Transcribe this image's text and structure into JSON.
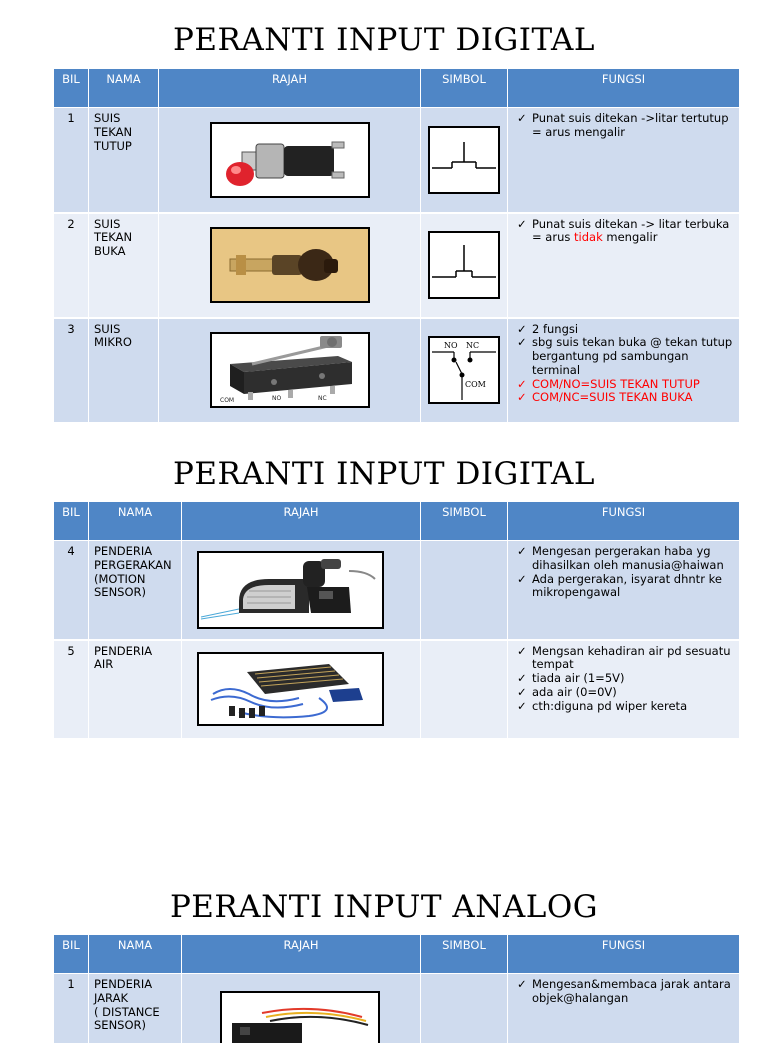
{
  "headers": {
    "bil": "BIL",
    "nama": "NAMA",
    "rajah": "RAJAH",
    "simbol": "SIMBOL",
    "fungsi": "FUNGSI"
  },
  "section1": {
    "title": "PERANTI INPUT DIGITAL",
    "rows": [
      {
        "bil": "1",
        "nama": [
          "SUIS",
          "TEKAN",
          "TUTUP"
        ],
        "fungsi": [
          "Punat suis ditekan ->litar tertutup = arus mengalir"
        ]
      },
      {
        "bil": "2",
        "nama": [
          "SUIS",
          "TEKAN",
          "BUKA"
        ],
        "fungsi_pre": "Punat suis ditekan -> litar terbuka = arus ",
        "fungsi_red": "tidak",
        "fungsi_post": " mengalir"
      },
      {
        "bil": "3",
        "nama": [
          "SUIS",
          "MIKRO"
        ],
        "micro_labels": [
          "COM",
          "NO",
          "NC"
        ],
        "symbol_labels": [
          "NO",
          "NC",
          "COM"
        ],
        "fungsi": [
          "2 fungsi",
          "sbg suis tekan buka @ tekan tutup bergantung pd sambungan terminal"
        ],
        "fungsi_red": [
          "COM/NO=SUIS TEKAN TUTUP",
          "COM/NC=SUIS TEKAN BUKA"
        ],
        "colors": {
          "highlight": "#ff0000"
        }
      }
    ]
  },
  "section2": {
    "title": "PERANTI INPUT DIGITAL",
    "rows": [
      {
        "bil": "4",
        "nama": [
          "PENDERIA",
          "PERGERAKAN",
          "(MOTION",
          "SENSOR)"
        ],
        "fungsi": [
          "Mengesan pergerakan haba yg dihasilkan oleh manusia@haiwan",
          "Ada pergerakan, isyarat dhntr ke mikropengawal"
        ]
      },
      {
        "bil": "5",
        "nama": [
          "PENDERIA",
          "AIR"
        ],
        "fungsi": [
          "Mengsan kehadiran air pd sesuatu tempat",
          "tiada air (1=5V)",
          "ada air (0=0V)",
          "cth:diguna pd wiper kereta"
        ]
      }
    ]
  },
  "section3": {
    "title": "PERANTI INPUT ANALOG",
    "rows": [
      {
        "bil": "1",
        "nama": [
          "PENDERIA",
          "JARAK",
          "( DISTANCE",
          "SENSOR)"
        ],
        "fungsi": [
          "Mengesan&membaca jarak antara objek@halangan"
        ]
      }
    ]
  },
  "colors": {
    "header": "#4f86c6",
    "row_dark": "#cfdbee",
    "row_light": "#e9eef7",
    "highlight": "#ff0000"
  }
}
